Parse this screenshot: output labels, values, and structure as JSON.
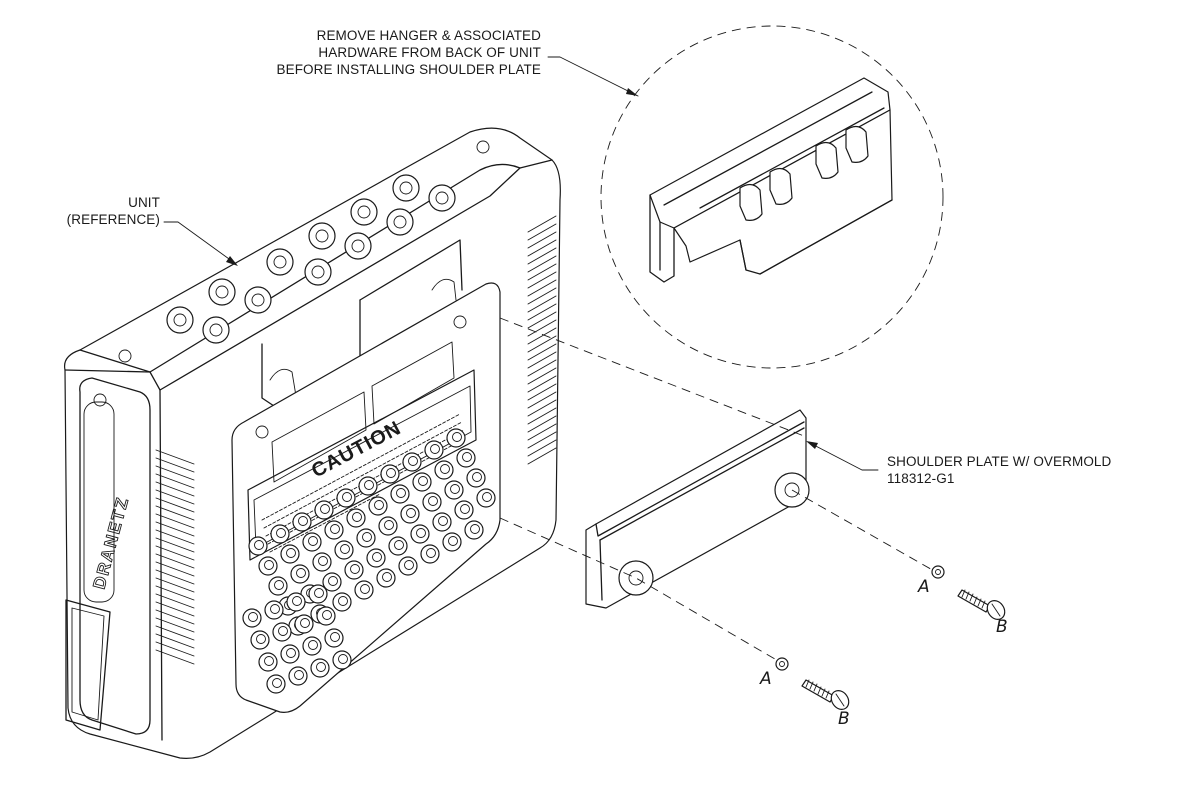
{
  "callouts": {
    "remove_hanger": [
      "REMOVE HANGER & ASSOCIATED",
      "HARDWARE FROM BACK OF UNIT",
      "BEFORE INSTALLING SHOULDER PLATE"
    ],
    "unit": [
      "UNIT",
      "(REFERENCE)"
    ],
    "shoulder_plate": [
      "SHOULDER PLATE W/ OVERMOLD",
      "118312-G1"
    ]
  },
  "part_letters": {
    "washer": "A",
    "screw": "B"
  },
  "unit_branding": {
    "logo_text": "DRANETZ",
    "caution_text": "CAUTION"
  }
}
